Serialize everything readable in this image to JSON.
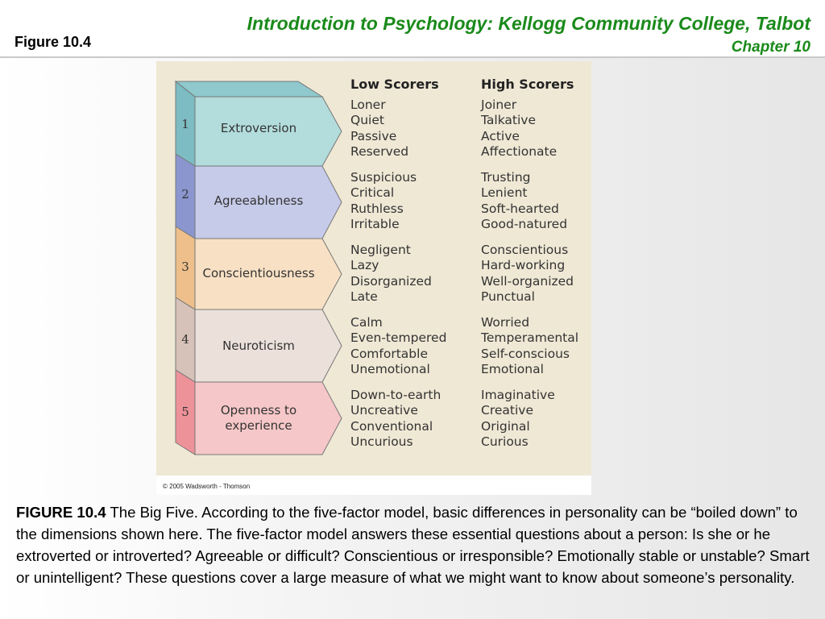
{
  "header": {
    "figure_label": "Figure 10.4",
    "title_line1": "Introduction to Psychology: Kellogg Community College, Talbot",
    "title_line2": "Chapter 10"
  },
  "figure": {
    "low_header": "Low Scorers",
    "high_header": "High Scorers",
    "copyright": "© 2005 Wadsworth - Thomson",
    "dimensions": [
      {
        "number": "1",
        "name": "Extroversion",
        "color": "#b3dcdc",
        "edge": "#7cbcc2",
        "low": [
          "Loner",
          "Quiet",
          "Passive",
          "Reserved"
        ],
        "high": [
          "Joiner",
          "Talkative",
          "Active",
          "Affectionate"
        ]
      },
      {
        "number": "2",
        "name": "Agreeableness",
        "color": "#c6cbe9",
        "edge": "#8b96cf",
        "low": [
          "Suspicious",
          "Critical",
          "Ruthless",
          "Irritable"
        ],
        "high": [
          "Trusting",
          "Lenient",
          "Soft-hearted",
          "Good-natured"
        ]
      },
      {
        "number": "3",
        "name": "Conscientiousness",
        "color": "#f8e0c4",
        "edge": "#eebf8a",
        "low": [
          "Negligent",
          "Lazy",
          "Disorganized",
          "Late"
        ],
        "high": [
          "Conscientious",
          "Hard-working",
          "Well-organized",
          "Punctual"
        ]
      },
      {
        "number": "4",
        "name": "Neuroticism",
        "color": "#ebe0da",
        "edge": "#d6c2b8",
        "low": [
          "Calm",
          "Even-tempered",
          "Comfortable",
          "Unemotional"
        ],
        "high": [
          "Worried",
          "Temperamental",
          "Self-conscious",
          "Emotional"
        ]
      },
      {
        "number": "5",
        "name_line1": "Openness to",
        "name_line2": "experience",
        "color": "#f6c7c8",
        "edge": "#ee929a",
        "low": [
          "Down-to-earth",
          "Uncreative",
          "Conventional",
          "Uncurious"
        ],
        "high": [
          "Imaginative",
          "Creative",
          "Original",
          "Curious"
        ]
      }
    ]
  },
  "caption": {
    "label": "FIGURE 10.4",
    "text": " The Big Five. According to the five-factor model, basic differences in personality can be “boiled down” to the dimensions shown here. The five-factor model answers these essential questions about a person: Is she or he extroverted or introverted? Agreeable or difficult? Conscientious or irresponsible? Emotionally stable or unstable? Smart or unintelligent? These questions cover a large measure of what we might want to know about someone’s personality."
  }
}
